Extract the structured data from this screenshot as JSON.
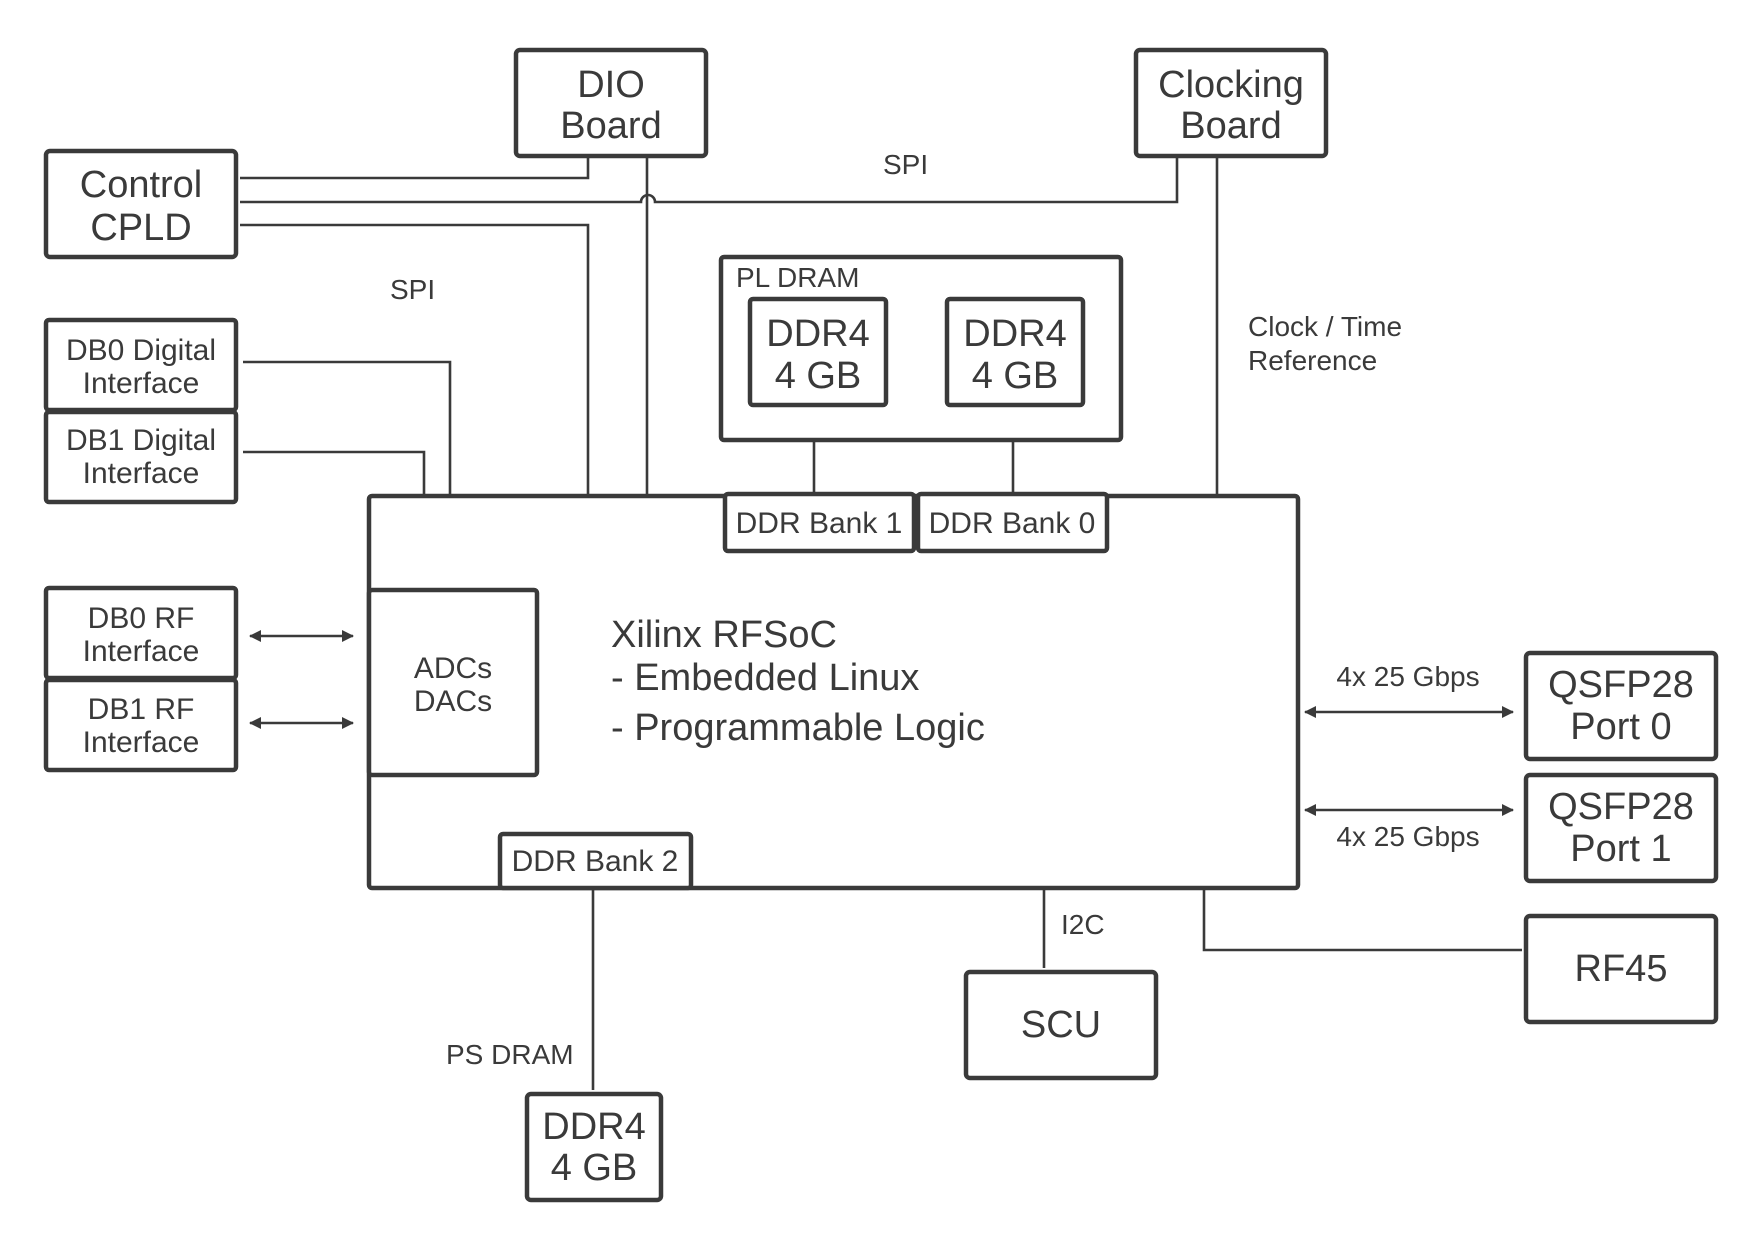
{
  "colors": {
    "stroke": "#3a3a3a",
    "background": "#ffffff"
  },
  "boxes": {
    "dio_board": [
      "DIO",
      "Board"
    ],
    "clocking_board": [
      "Clocking",
      "Board"
    ],
    "control_cpld": [
      "Control",
      "CPLD"
    ],
    "db0_digital": [
      "DB0 Digital",
      "Interface"
    ],
    "db1_digital": [
      "DB1 Digital",
      "Interface"
    ],
    "db0_rf": [
      "DB0 RF",
      "Interface"
    ],
    "db1_rf": [
      "DB1 RF",
      "Interface"
    ],
    "pl_dram_title": "PL DRAM",
    "pl_ddr4_left": [
      "DDR4",
      "4 GB"
    ],
    "pl_ddr4_right": [
      "DDR4",
      "4 GB"
    ],
    "ddr_bank_1": "DDR Bank 1",
    "ddr_bank_0": "DDR Bank 0",
    "ddr_bank_2": "DDR Bank 2",
    "adcs_dacs": [
      "ADCs",
      "DACs"
    ],
    "rfsoc": [
      "Xilinx RFSoC",
      "- Embedded Linux",
      "- Programmable Logic"
    ],
    "qsfp_port_0": [
      "QSFP28",
      "Port 0"
    ],
    "qsfp_port_1": [
      "QSFP28",
      "Port 1"
    ],
    "rf45": "RF45",
    "scu": "SCU",
    "ps_ddr4": [
      "DDR4",
      "4 GB"
    ]
  },
  "labels": {
    "spi_top": "SPI",
    "spi_left": "SPI",
    "clock_time_reference": [
      "Clock / Time",
      "Reference"
    ],
    "qsfp0_rate": "4x 25 Gbps",
    "qsfp1_rate": "4x 25 Gbps",
    "i2c": "I2C",
    "ps_dram": "PS DRAM"
  }
}
